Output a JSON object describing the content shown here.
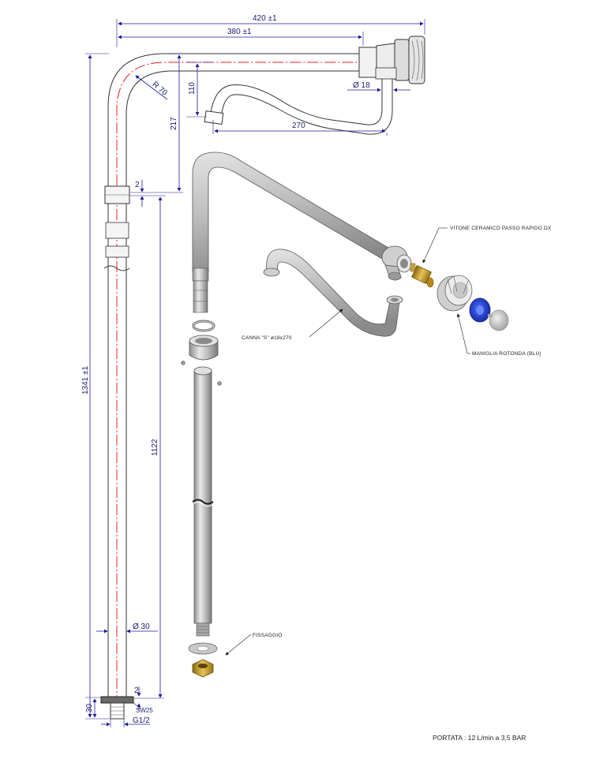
{
  "dimensions": {
    "total_width": "420 ±1",
    "inner_width": "380 ±1",
    "radius": "R 70",
    "drop": "110",
    "spout_diameter": "Ø 18",
    "spout_length": "270",
    "head_height": "217",
    "gap": "2",
    "total_height": "1341 ±1",
    "column_height": "1122",
    "column_diameter": "Ø 30",
    "base_gap": "2",
    "base_height": "30",
    "wrench": "SW25",
    "thread": "G1/2"
  },
  "labels": {
    "cartridge": "VITONE CERAMICO PASSO RAPIDO DX",
    "spout": "CANNA \"S\" ø18x270",
    "handle": "MANIGLIA ROTONDA (BLU)",
    "fixing": "FISSAGGIO"
  },
  "footer": {
    "flow": "PORTATA : 12 L/min a 3,5 BAR"
  },
  "colors": {
    "dimension": "#1a1a9e",
    "centerline": "#e02020",
    "handle": "#1f3fd0",
    "brass": "#c89a2a",
    "steel": "#b8b8b8"
  }
}
